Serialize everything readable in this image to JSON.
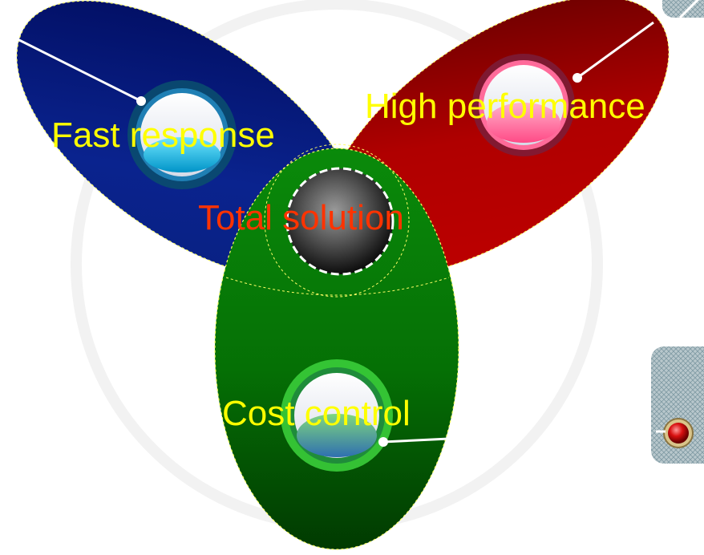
{
  "diagram": {
    "center_label": "Total solution",
    "petals": [
      {
        "label": "Fast response",
        "color": "#0a1f8a"
      },
      {
        "label": "High performance",
        "color": "#b00000"
      },
      {
        "label": "Cost control",
        "color": "#0a7a0a"
      }
    ],
    "colors": {
      "label": "#ffff00",
      "center_label": "#ff3300",
      "outline": "#ffff66"
    }
  }
}
